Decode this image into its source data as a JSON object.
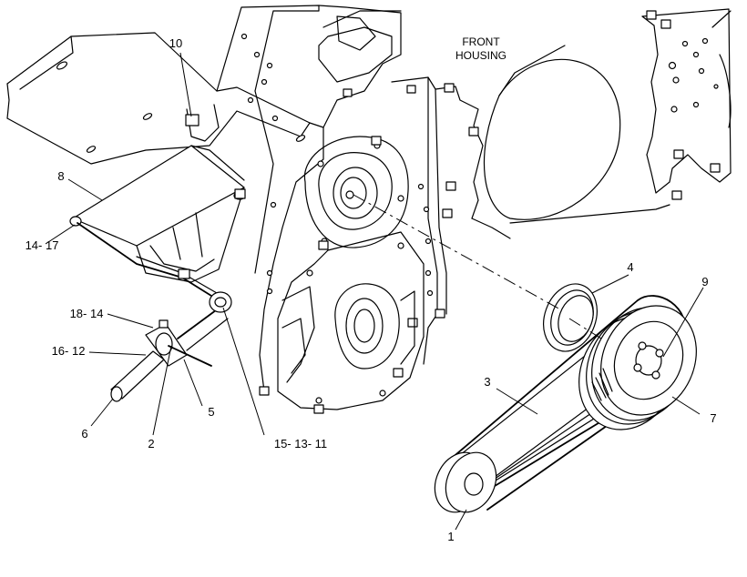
{
  "diagram": {
    "caption_line1": "FRONT",
    "caption_line2": "HOUSING",
    "callouts": {
      "c10": "10",
      "c8": "8",
      "c14_17": "14- 17",
      "c18_14": "18- 14",
      "c16_12": "16- 12",
      "c6": "6",
      "c2": "2",
      "c5": "5",
      "c15_13_11": "15- 13- 11",
      "c4": "4",
      "c9": "9",
      "c3": "3",
      "c7": "7",
      "c1": "1"
    }
  }
}
